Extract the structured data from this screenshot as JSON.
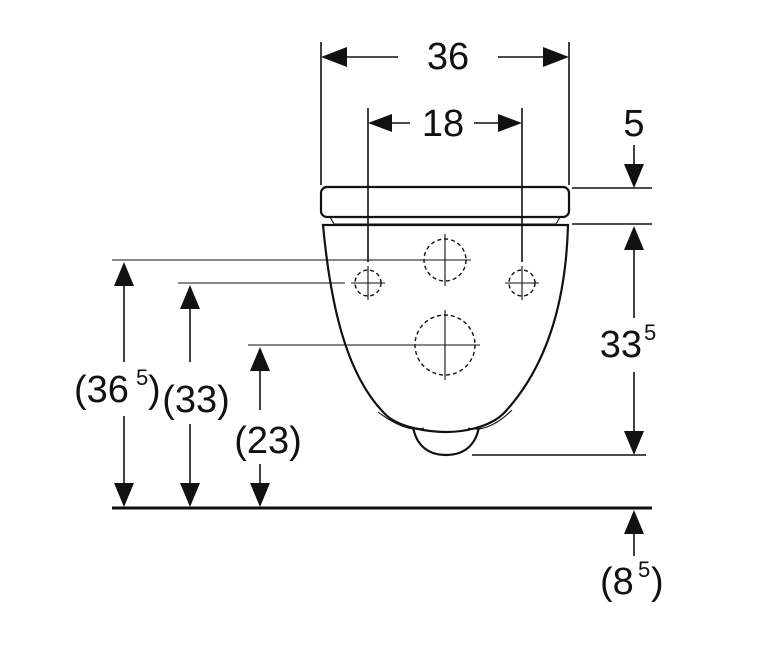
{
  "dimensions": {
    "overall_width": "36",
    "fixing_distance": "18",
    "seat_thickness": "5",
    "bowl_height_main": "33",
    "bowl_height_sup": "5",
    "rim_height_main": "(36",
    "rim_height_sup": "5",
    "rim_height_close": ")",
    "fixing_height": "(33)",
    "outlet_height": "(23)",
    "floor_clearance_main": "(8",
    "floor_clearance_sup": "5",
    "floor_clearance_close": ")"
  },
  "icons": {
    "arrow": "dimension-arrowhead",
    "crosshair": "dashed-crosshair-circle"
  }
}
